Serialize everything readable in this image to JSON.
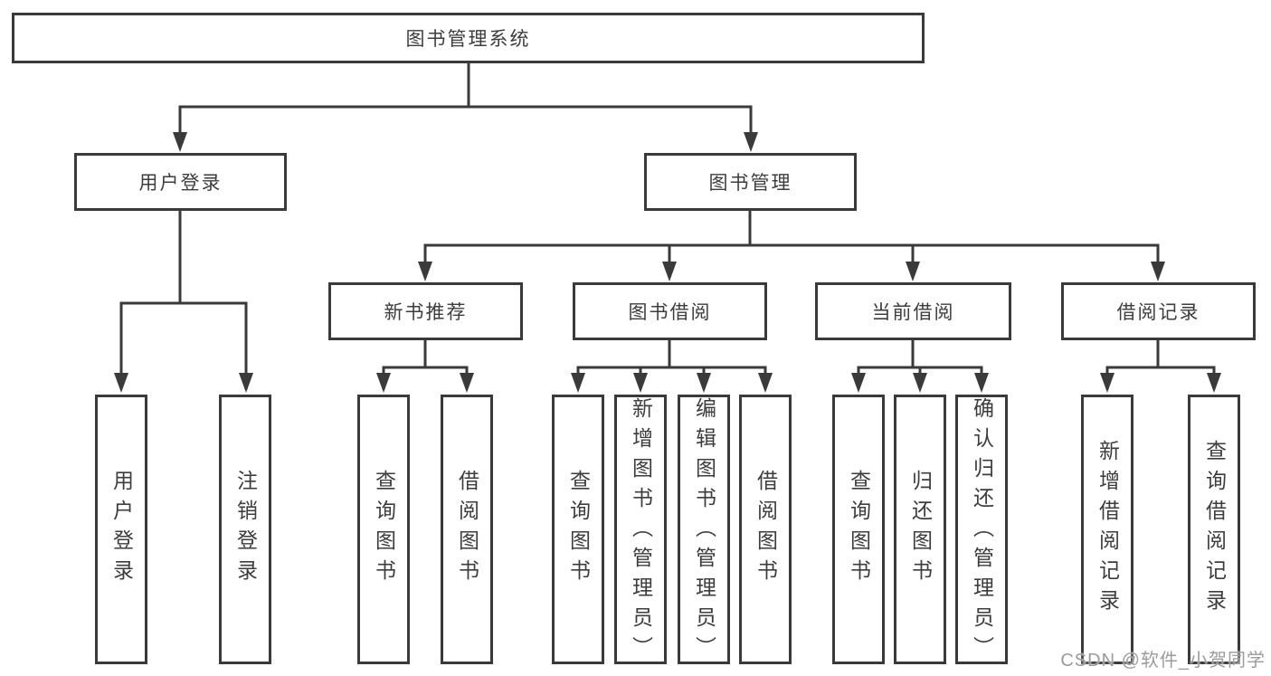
{
  "diagram": {
    "tree": {
      "label": "图书管理系统",
      "children": [
        {
          "label": "用户登录",
          "children": [
            {
              "label": "用户登录"
            },
            {
              "label": "注销登录"
            }
          ]
        },
        {
          "label": "图书管理",
          "children": [
            {
              "label": "新书推荐",
              "children": [
                {
                  "label": "查询图书"
                },
                {
                  "label": "借阅图书"
                }
              ]
            },
            {
              "label": "图书借阅",
              "children": [
                {
                  "label": "查询图书"
                },
                {
                  "label": "新增图书（管理员）"
                },
                {
                  "label": "编辑图书（管理员）"
                },
                {
                  "label": "借阅图书"
                }
              ]
            },
            {
              "label": "当前借阅",
              "children": [
                {
                  "label": "查询图书"
                },
                {
                  "label": "归还图书"
                },
                {
                  "label": "确认归还（管理员）"
                }
              ]
            },
            {
              "label": "借阅记录",
              "children": [
                {
                  "label": "新增借阅记录"
                },
                {
                  "label": "查询借阅记录"
                }
              ]
            }
          ]
        }
      ]
    }
  },
  "watermark": {
    "text": "CSDN @软件_小贺同学"
  },
  "colors": {
    "line": "#3a3a3a",
    "text": "#3d3d3d",
    "background": "#ffffff",
    "watermark": "#9b9b9b"
  }
}
